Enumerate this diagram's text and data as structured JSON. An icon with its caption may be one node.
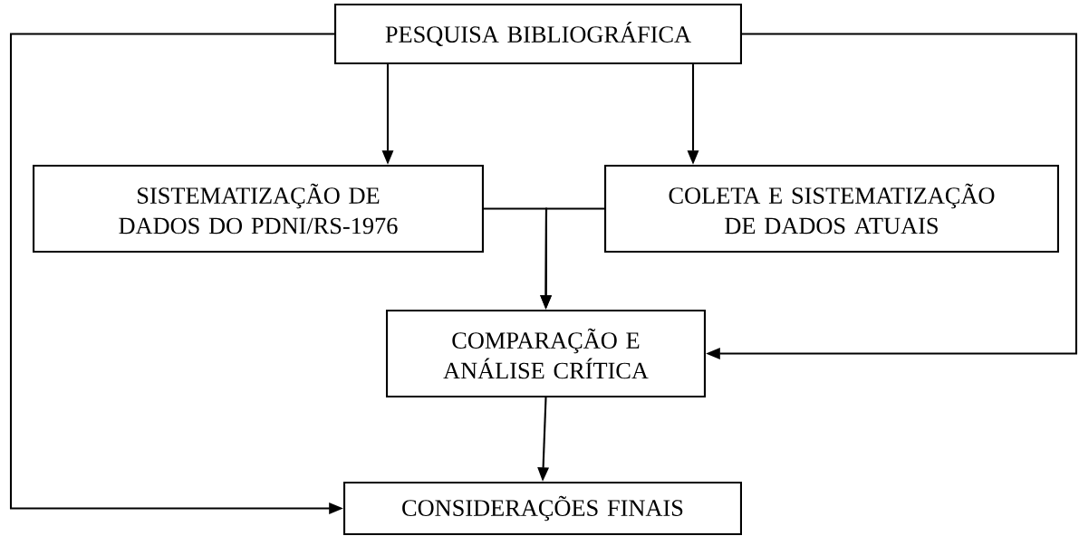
{
  "diagram": {
    "nodes": [
      {
        "text": [
          "PESQUISA BIBLIOGRÁFICA"
        ]
      },
      {
        "text": [
          "SISTEMATIZAÇÃO DE DADOS DO PDNI/RS-1976"
        ]
      },
      {
        "text": [
          "COLETA E SISTEMATIZAÇÃO DE DADOS ATUAIS"
        ]
      },
      {
        "text": [
          "COMPARAÇÃO E ANÁLISE CRÍTICA"
        ]
      },
      {
        "text": [
          "CONSIDERAÇÕES FINAIS"
        ]
      }
    ],
    "edges": [
      {
        "from": 0,
        "to": 1,
        "arrow": "to"
      },
      {
        "from": 0,
        "to": 2,
        "arrow": "to"
      },
      {
        "from": 1,
        "to": 3,
        "arrow": "to"
      },
      {
        "from": 2,
        "to": 3,
        "arrow": "to"
      },
      {
        "from": 0,
        "to": 3,
        "arrow": "to"
      },
      {
        "from": 0,
        "to": 4,
        "arrow": "to"
      },
      {
        "from": 3,
        "to": 4,
        "arrow": "to"
      }
    ]
  }
}
